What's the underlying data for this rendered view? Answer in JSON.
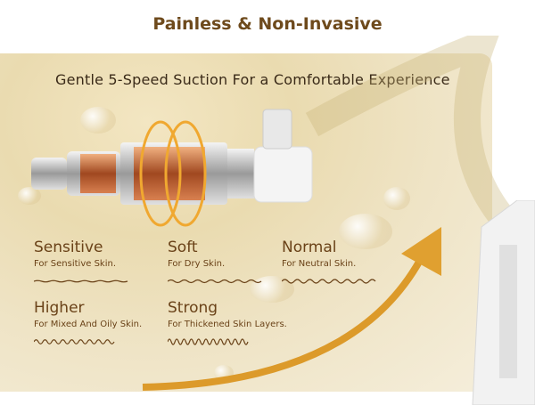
{
  "title": "Painless & Non-Invasive",
  "subtitle": "Gentle 5-Speed Suction For a Comfortable Experience",
  "modes": [
    {
      "name": "Sensitive",
      "desc": "For Sensitive Skin.",
      "level": 1
    },
    {
      "name": "Soft",
      "desc": "For Dry Skin.",
      "level": 2
    },
    {
      "name": "Normal",
      "desc": "For Neutral Skin.",
      "level": 3
    },
    {
      "name": "Higher",
      "desc": "For Mixed And Oily Skin.",
      "level": 4
    },
    {
      "name": "Strong",
      "desc": "For Thickened Skin Layers.",
      "level": 5
    }
  ],
  "colors": {
    "title": "#6e4a1c",
    "text": "#6a4218",
    "accent": "#e0a030"
  }
}
